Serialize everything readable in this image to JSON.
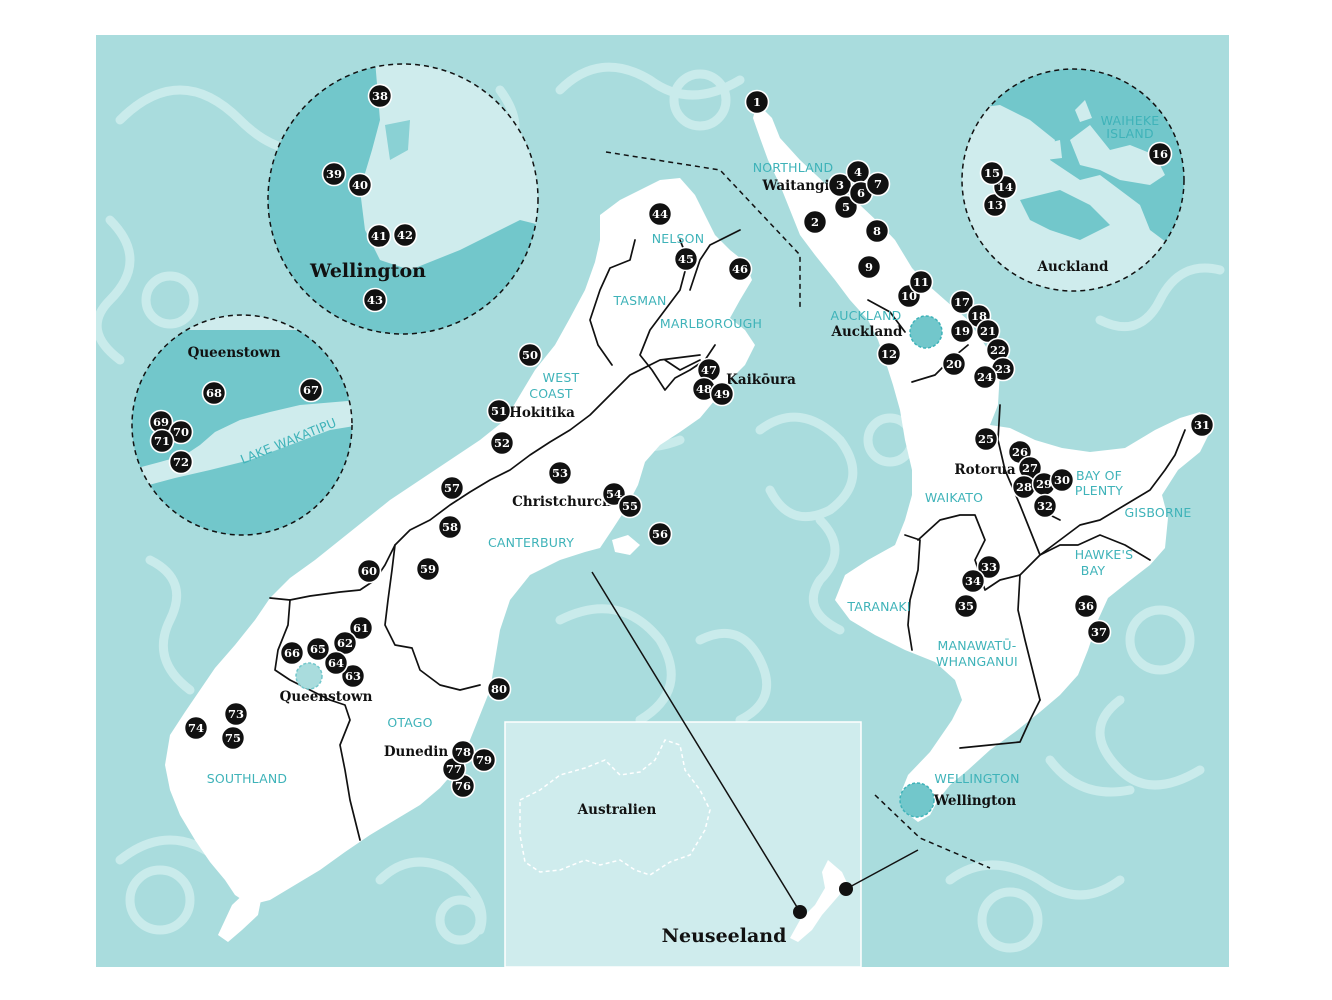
{
  "colors": {
    "sea": "#a9dcdd",
    "sea_pattern": "#c9ebeb",
    "land": "#ffffff",
    "marker": "#111111",
    "region_label": "#3fb3b9",
    "inset_water": "#72c7cb",
    "inset_land": "#cfeced"
  },
  "regions": {
    "northland": "NORTHLAND",
    "auckland": "AUCKLAND",
    "waikato": "WAIKATO",
    "bay_of_plenty_1": "BAY OF",
    "bay_of_plenty_2": "PLENTY",
    "gisborne": "GISBORNE",
    "hawkes_bay_1": "HAWKE'S",
    "hawkes_bay_2": "BAY",
    "taranaki": "TARANAKI",
    "manawatu_1": "MANAWATŪ-",
    "manawatu_2": "WHANGANUI",
    "wellington": "WELLINGTON",
    "tasman": "TASMAN",
    "nelson": "NELSON",
    "marlborough": "MARLBOROUGH",
    "west_coast_1": "WEST",
    "west_coast_2": "COAST",
    "canterbury": "CANTERBURY",
    "otago": "OTAGO",
    "southland": "SOUTHLAND",
    "waiheke_1": "WAIHEKE",
    "waiheke_2": "ISLAND",
    "lake_wakatipu": "LAKE WAKATIPU"
  },
  "cities": {
    "waitangi": "Waitangi",
    "auckland": "Auckland",
    "rotorua": "Rotorua",
    "wellington": "Wellington",
    "hokitika": "Hokitika",
    "kaikoura": "Kaikōura",
    "christchurch": "Christchurch",
    "queenstown": "Queenstown",
    "dunedin": "Dunedin"
  },
  "insets": {
    "wellington_title": "Wellington",
    "auckland_title": "Auckland",
    "queenstown_title": "Queenstown",
    "overview_australia": "Australien",
    "overview_newzealand": "Neuseeland"
  },
  "markers": [
    "1",
    "2",
    "3",
    "4",
    "5",
    "6",
    "7",
    "8",
    "9",
    "10",
    "11",
    "12",
    "13",
    "14",
    "15",
    "16",
    "17",
    "18",
    "19",
    "20",
    "21",
    "22",
    "23",
    "24",
    "25",
    "26",
    "27",
    "28",
    "29",
    "30",
    "31",
    "32",
    "33",
    "34",
    "35",
    "36",
    "37",
    "38",
    "39",
    "40",
    "41",
    "42",
    "43",
    "44",
    "45",
    "46",
    "47",
    "48",
    "49",
    "50",
    "51",
    "52",
    "53",
    "54",
    "55",
    "56",
    "57",
    "58",
    "59",
    "60",
    "61",
    "62",
    "63",
    "64",
    "65",
    "66",
    "67",
    "68",
    "69",
    "70",
    "71",
    "72",
    "73",
    "74",
    "75",
    "76",
    "77",
    "78",
    "79",
    "80"
  ]
}
